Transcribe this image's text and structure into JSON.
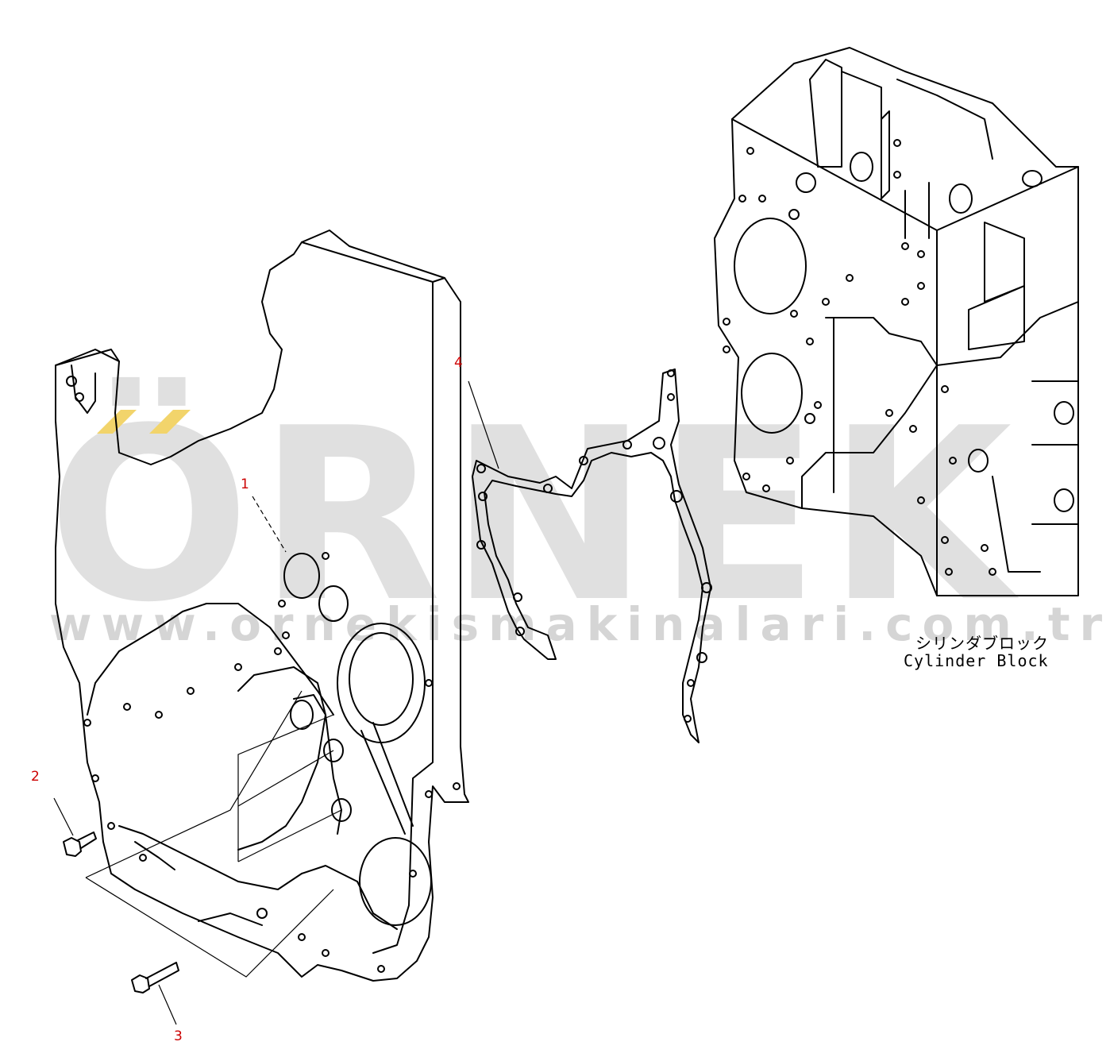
{
  "watermark": {
    "brand": "ÖRNEK",
    "url": "www.ornekismakinalari.com.tr",
    "accent_color": "#f2d46b",
    "text_color": "#c8c8c8"
  },
  "callouts": {
    "part1": "1",
    "part2": "2",
    "part3": "3",
    "part4": "4",
    "color": "#cc0000"
  },
  "block_label": {
    "japanese": "シリンダブロック",
    "english": "Cylinder Block"
  }
}
